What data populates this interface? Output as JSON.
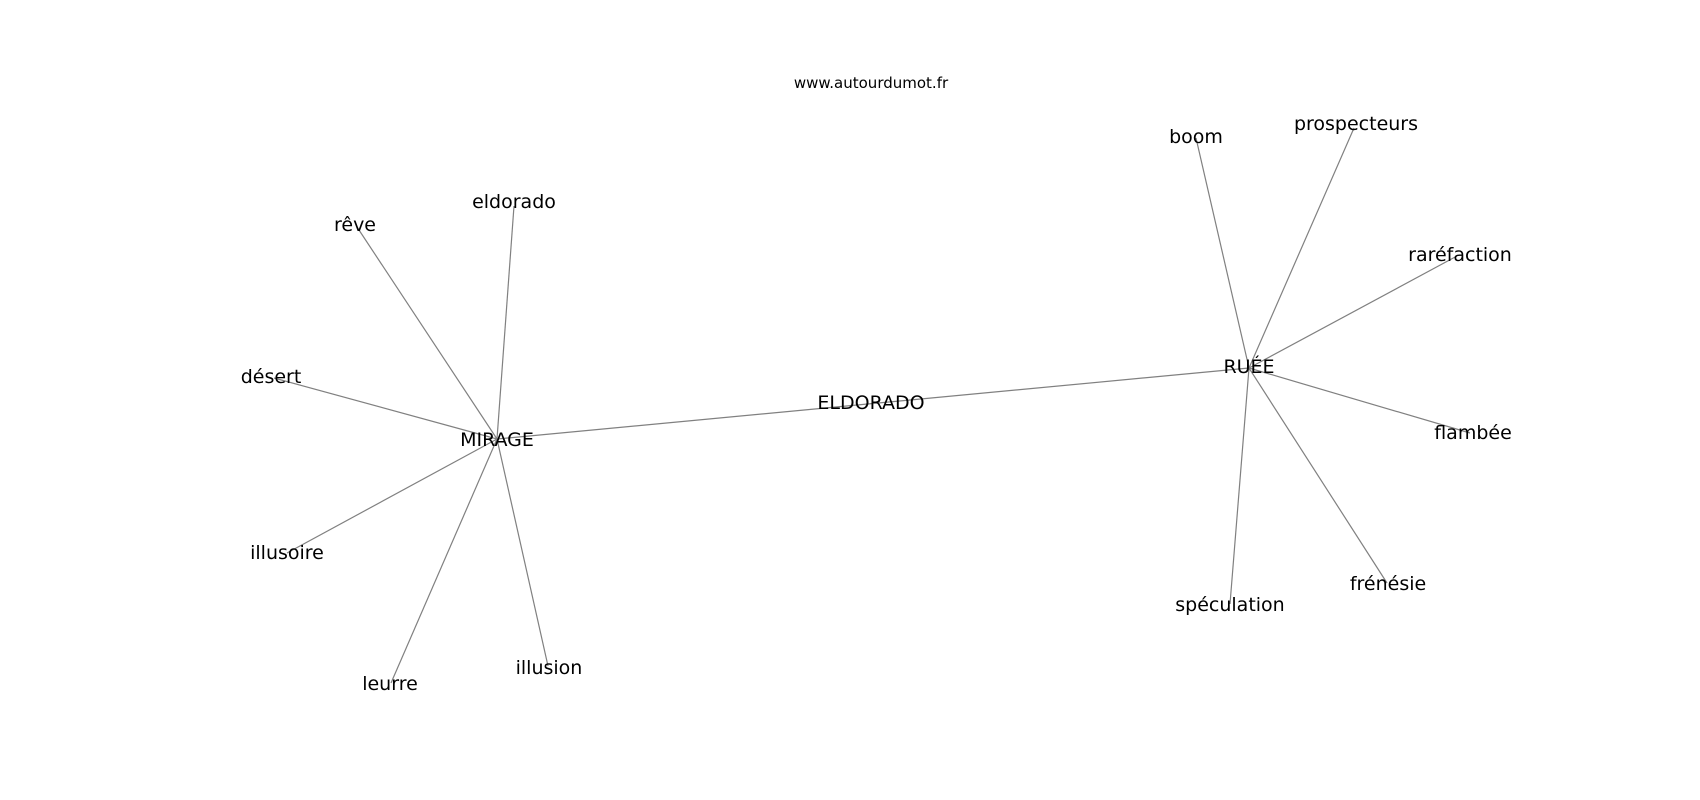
{
  "source": "www.autourdumot.fr",
  "graph": {
    "center": "ELDORADO",
    "hubs": [
      {
        "id": "mirage",
        "label": "MIRAGE",
        "neighbors": [
          "eldorado",
          "rêve",
          "désert",
          "illusoire",
          "leurre",
          "illusion"
        ]
      },
      {
        "id": "ruee",
        "label": "RUÉE",
        "neighbors": [
          "boom",
          "prospecteurs",
          "raréfaction",
          "flambée",
          "frénésie",
          "spéculation"
        ]
      }
    ]
  }
}
